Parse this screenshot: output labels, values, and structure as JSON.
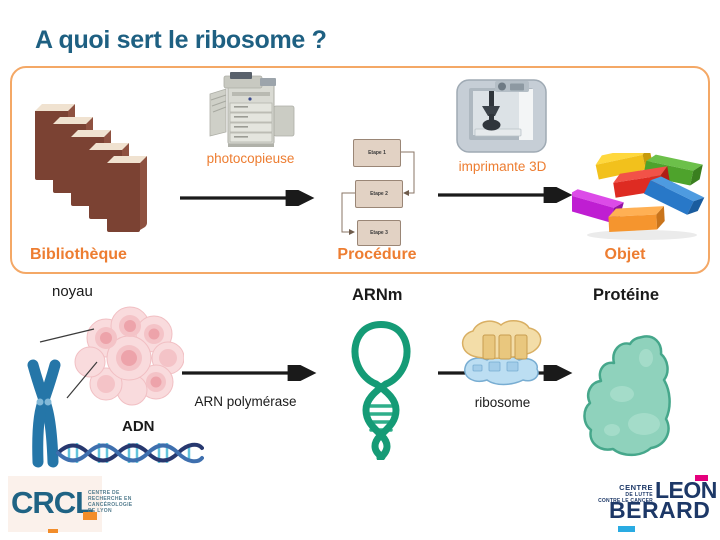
{
  "title": "A quoi sert le ribosome ?",
  "analogy": {
    "library_label": "Bibliothèque",
    "photocopier_label": "photocopieuse",
    "procedure_label": "Procédure",
    "steps": [
      "Etape 1",
      "Etape 2",
      "Etape 3"
    ],
    "printer_label": "imprimante 3D",
    "object_label": "Objet"
  },
  "biology": {
    "nucleus_label": "noyau",
    "dna_label": "ADN",
    "polymerase_label": "ARN polymérase",
    "mrna_label": "ARNm",
    "ribosome_label": "ribosome",
    "protein_label": "Protéine"
  },
  "footer": {
    "crcl": {
      "acronym": "CRCL",
      "subtitle_lines": [
        "CENTRE DE",
        "RECHERCHE EN",
        "CANCÉROLOGIE",
        "DE LYON"
      ]
    },
    "leon_berard": {
      "tagline_line1": "CENTRE",
      "tagline_line2": "DE LUTTE",
      "tagline_line3": "CONTRE LE CANCER",
      "name_line1": "LEON",
      "name_line2": "BERARD"
    }
  },
  "icons": {
    "books-icon": "stack of five brown books",
    "photocopier-icon": "office photocopier",
    "flowchart-icon": "three-step flowchart",
    "printer-3d-icon": "3D printer",
    "lego-bricks-icon": "pile of colored toy bricks",
    "cell-cluster-icon": "pink cell cluster / nucleus",
    "chromosome-icon": "blue X chromosome",
    "dna-helix-icon": "DNA double helix",
    "mrna-icon": "green mRNA hairpin",
    "ribosome-icon": "ribosome translating mRNA",
    "protein-icon": "green protein blob",
    "arrow-right-icon": "black right arrow"
  },
  "colors": {
    "title_teal": "#1E6082",
    "accent_orange": "#ED7D31",
    "box_border_orange": "#F4A866",
    "crcl_teal": "#1F6384",
    "crcl_orange": "#F28D2A",
    "berard_navy": "#1D3867",
    "berard_pink": "#E5007D",
    "berard_cyan": "#2AABE2",
    "mrna_green": "#159B76",
    "protein_green": "#8FD2BC",
    "chromosome_blue": "#2576A8"
  }
}
